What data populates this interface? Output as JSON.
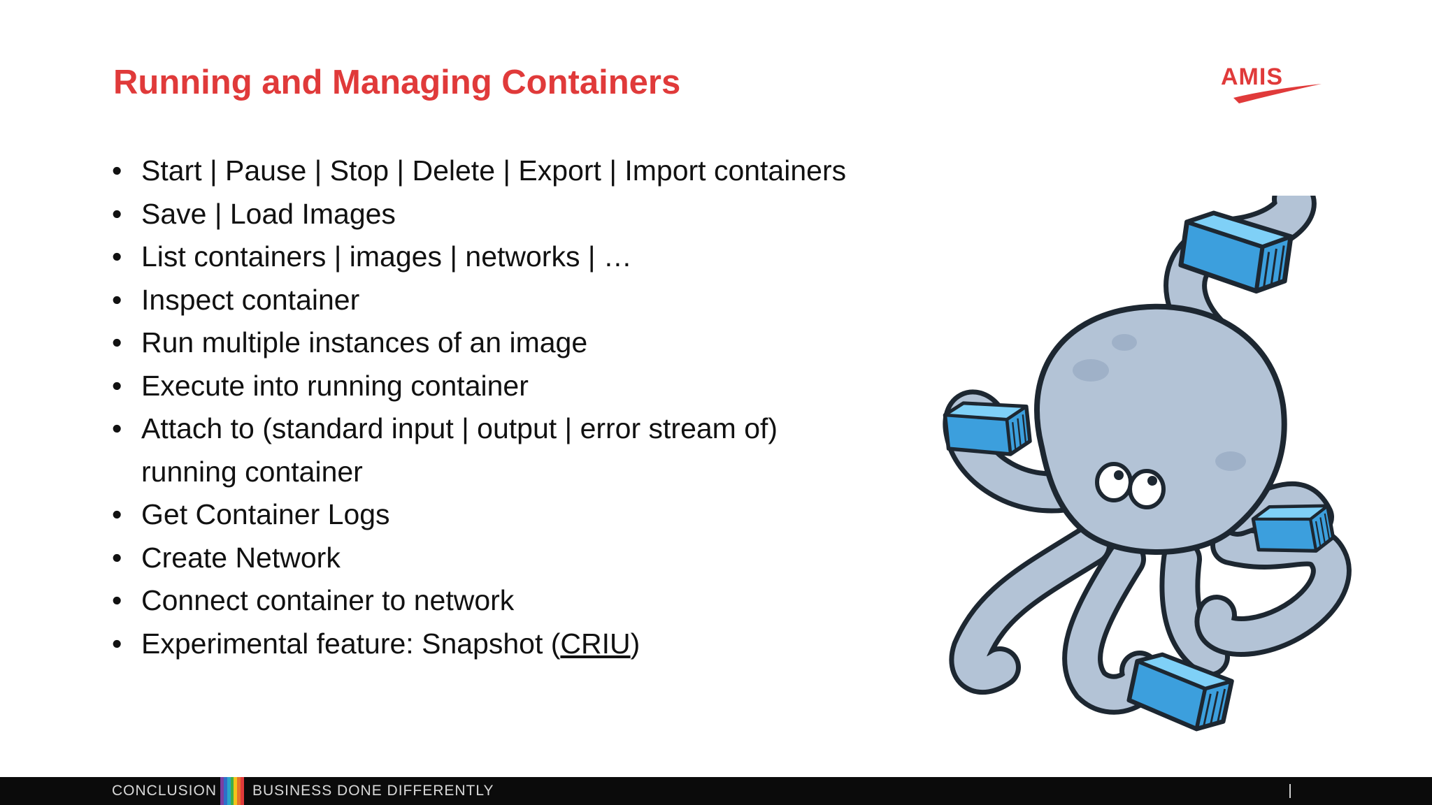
{
  "slide": {
    "title": "Running and Managing Containers",
    "logo_text": "AMIS",
    "bullet_symbol": "•",
    "bullets": [
      "Start | Pause | Stop | Delete | Export | Import containers",
      "Save | Load Images",
      "List containers | images | networks | …",
      "Inspect container",
      "Run multiple instances of an image",
      "Execute into running container",
      "Attach to (standard input | output | error stream of)",
      "Get Container Logs",
      "Create Network",
      "Connect container to network"
    ],
    "bullet_continuation": "running container",
    "last_bullet_prefix": "Experimental feature: Snapshot (",
    "last_bullet_link": "CRIU",
    "last_bullet_suffix": ")",
    "illustration_icon": "octopus-with-containers-illustration"
  },
  "footer": {
    "left_label": "CONCLUSION",
    "right_label": "BUSINESS DONE DIFFERENTLY",
    "stripe_colors": [
      "#7b3fa0",
      "#2f6fc9",
      "#2aa6c9",
      "#3fae49",
      "#f2c419",
      "#e8732a",
      "#e03a3a"
    ]
  },
  "colors": {
    "title": "#e03a3a",
    "text": "#111111",
    "octopus": "#b3c3d6",
    "outline": "#1d2731",
    "container_blue": "#4bb8f0"
  }
}
